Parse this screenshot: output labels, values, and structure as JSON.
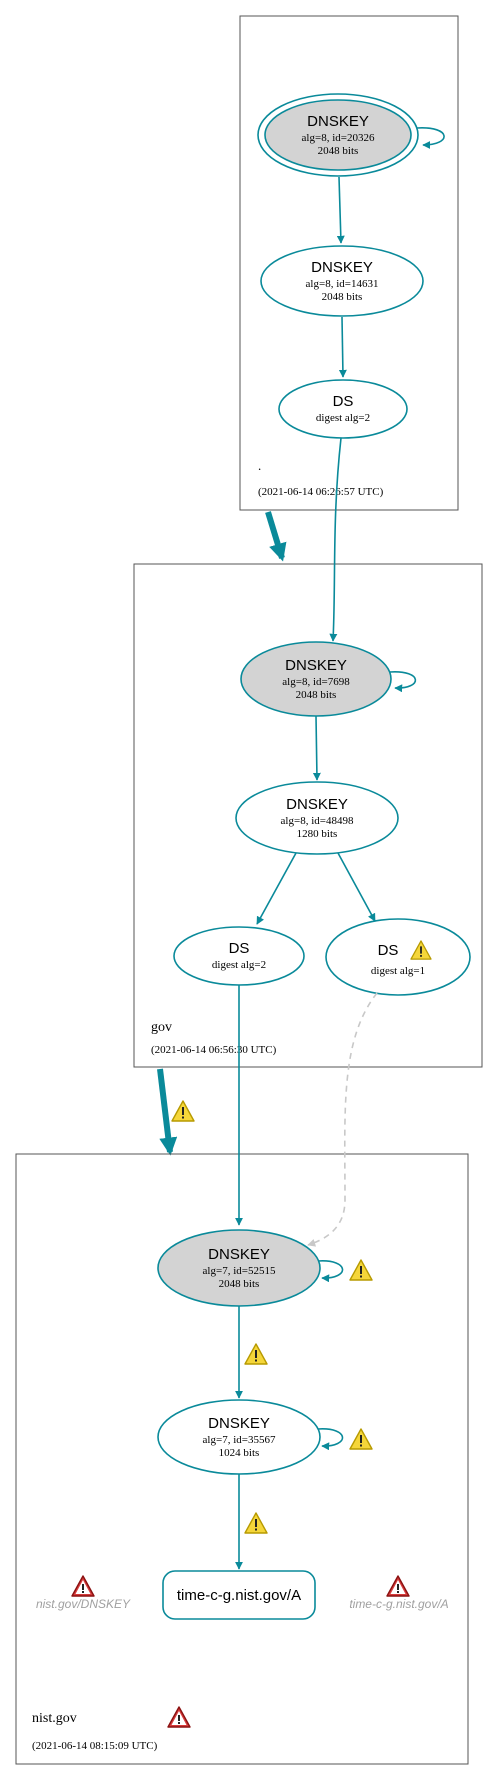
{
  "colors": {
    "edge": "#0a8a9a",
    "node_fill_ksk": "#d3d3d3",
    "node_fill": "#ffffff",
    "zone_border": "#555555",
    "dashed_edge": "#c8c8c8",
    "warning": "#e6c100",
    "error": "#cc2222",
    "muted_text": "#a0a0a0"
  },
  "zones": [
    {
      "name": ".",
      "timestamp": "(2021-06-14 06:26:57 UTC)"
    },
    {
      "name": "gov",
      "timestamp": "(2021-06-14 06:56:30 UTC)"
    },
    {
      "name": "nist.gov",
      "timestamp": "(2021-06-14 08:15:09 UTC)"
    }
  ],
  "nodes": {
    "root_ksk": {
      "title": "DNSKEY",
      "line1": "alg=8, id=20326",
      "line2": "2048 bits"
    },
    "root_zsk": {
      "title": "DNSKEY",
      "line1": "alg=8, id=14631",
      "line2": "2048 bits"
    },
    "root_ds": {
      "title": "DS",
      "line1": "digest alg=2"
    },
    "gov_ksk": {
      "title": "DNSKEY",
      "line1": "alg=8, id=7698",
      "line2": "2048 bits"
    },
    "gov_zsk": {
      "title": "DNSKEY",
      "line1": "alg=8, id=48498",
      "line2": "1280 bits"
    },
    "gov_ds2": {
      "title": "DS",
      "line1": "digest alg=2"
    },
    "gov_ds1": {
      "title": "DS",
      "line1": "digest alg=1"
    },
    "nist_ksk": {
      "title": "DNSKEY",
      "line1": "alg=7, id=52515",
      "line2": "2048 bits"
    },
    "nist_zsk": {
      "title": "DNSKEY",
      "line1": "alg=7, id=35567",
      "line2": "1024 bits"
    },
    "nist_rr": {
      "title": "time-c-g.nist.gov/A"
    }
  },
  "missing": {
    "left": "nist.gov/DNSKEY",
    "right": "time-c-g.nist.gov/A"
  },
  "icons": {
    "warning": "warning-triangle-icon",
    "error": "error-triangle-icon"
  }
}
